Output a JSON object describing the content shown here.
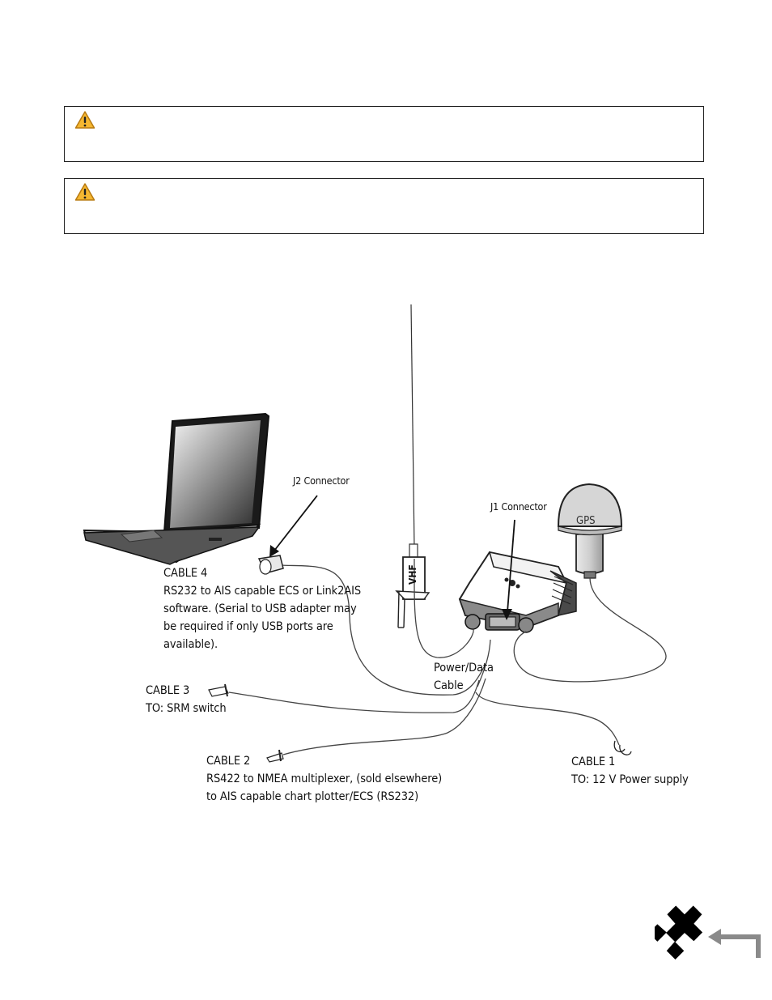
{
  "warnings": [
    {
      "icon": "warning-icon",
      "text": ""
    },
    {
      "icon": "warning-icon",
      "text": ""
    }
  ],
  "diagram": {
    "j2_connector": "J2 Connector",
    "j1_connector": "J1 Connector",
    "gps_label": "GPS",
    "vhf_label": "VHF",
    "power_data": [
      "Power/Data",
      "Cable"
    ],
    "cable4": [
      "CABLE 4",
      "RS232 to AIS capable ECS or Link2AIS",
      "software. (Serial to USB adapter may",
      "be required if only USB ports are",
      "available)."
    ],
    "cable3": [
      "CABLE 3",
      "TO: SRM switch"
    ],
    "cable2": [
      "CABLE 2",
      "RS422 to NMEA multiplexer, (sold elsewhere)",
      "to AIS capable chart plotter/ECS (RS232)"
    ],
    "cable1": [
      "CABLE 1",
      "TO: 12 V Power supply"
    ]
  },
  "colors": {
    "warning_fill": "#f5b731",
    "warning_stroke": "#b87a10",
    "border": "#222222",
    "logo": "#000000",
    "logo_arrow": "#8a8a8a"
  }
}
